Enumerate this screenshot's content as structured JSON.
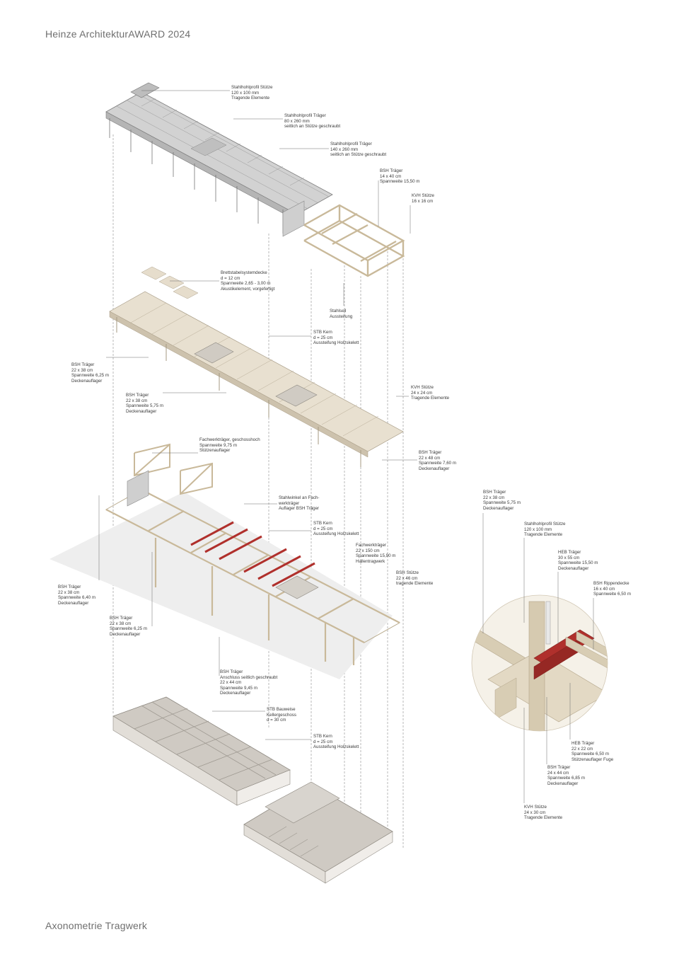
{
  "header": {
    "title": "Heinze ArchitekturAWARD 2024"
  },
  "footer": {
    "title": "Axonometrie Tragwerk"
  },
  "colors": {
    "steel": "#9a9a9a",
    "wood": "#d8cdb4",
    "wood_dark": "#b9ab8e",
    "slab": "#e8e0d0",
    "concrete": "#dcd8d2",
    "heb_red": "#b0302c",
    "ground": "#eeeeee"
  },
  "labels": [
    {
      "id": "stahlhohlprofil-stuetze-top",
      "lines": [
        "Stahlhohlprofil Stütze",
        "120 x 100 mm",
        "Tragende Elemente"
      ]
    },
    {
      "id": "stahlhohlprofil-traeger-80",
      "lines": [
        "Stahlhohlprofil Träger",
        "80 x 260 mm",
        "seitlich an Stütze geschraubt"
      ]
    },
    {
      "id": "stahlhohlprofil-traeger-140",
      "lines": [
        "Stahlhohlprofil Träger",
        "140 x 260 mm",
        "seitlich an Stütze geschraubt"
      ]
    },
    {
      "id": "bsh-traeger-14x40",
      "lines": [
        "BSH Träger",
        "14 x 40 cm",
        "Spannweite 15,50 m"
      ]
    },
    {
      "id": "kvh-stuetze-16",
      "lines": [
        "KVH Stütze",
        "16 x 16 cm"
      ]
    },
    {
      "id": "brettstapelsystemdecke",
      "lines": [
        "Brettstabelsystemdecke",
        "d = 12 cm",
        "Spannweite 2,65 - 3,00 m",
        "Akustikelement, vorgefertigt"
      ]
    },
    {
      "id": "stahlseil",
      "lines": [
        "Stahlseil",
        "Aussteifung"
      ]
    },
    {
      "id": "stb-kern-1",
      "lines": [
        "STB Kern",
        "d = 25 cm",
        "Aussteifung Holzskelett"
      ]
    },
    {
      "id": "bsh-traeger-625-a",
      "lines": [
        "BSH Träger",
        "22 x 38 cm",
        "Spannweite 6,25 m",
        "Deckenauflager"
      ]
    },
    {
      "id": "bsh-traeger-575-a",
      "lines": [
        "BSH Träger",
        "22 x 38 cm",
        "Spannweite 5,75 m",
        "Deckenauflager"
      ]
    },
    {
      "id": "kvh-stuetze-24",
      "lines": [
        "KVH Stütze",
        "24 x 24 cm",
        "Tragende Elemente"
      ]
    },
    {
      "id": "fachwerktraeger-geschosshoch",
      "lines": [
        "Fachwerkträger, geschosshoch",
        "Spannweite 9,75 m",
        "Stützenauflager"
      ]
    },
    {
      "id": "bsh-traeger-760",
      "lines": [
        "BSH Träger",
        "22 x 48 cm",
        "Spannweite 7,60 m",
        "Deckenauflager"
      ]
    },
    {
      "id": "stahlwinkel",
      "lines": [
        "Stahlwinkel an Fach-",
        "werkträger",
        "Auflager BSH Träger"
      ]
    },
    {
      "id": "stb-kern-2",
      "lines": [
        "STB Kern",
        "d = 25 cm",
        "Aussteifung Holzskelett"
      ]
    },
    {
      "id": "fachwerktraeger-150",
      "lines": [
        "Fachwerkträger",
        "22 x 150 cm",
        "Spannweite 15,90 m",
        "Hallentragwerk"
      ]
    },
    {
      "id": "bsh-stuetze-22x46",
      "lines": [
        "BSH Stütze",
        "22 x 46 cm",
        "tragende Elemente"
      ]
    },
    {
      "id": "bsh-traeger-640",
      "lines": [
        "BSH Träger",
        "22 x 38 cm",
        "Spannweite 6,40 m",
        "Deckenauflager"
      ]
    },
    {
      "id": "bsh-traeger-625-b",
      "lines": [
        "BSH Träger",
        "22 x 38 cm",
        "Spannweite 6,25 m",
        "Deckenauflager"
      ]
    },
    {
      "id": "bsh-traeger-945",
      "lines": [
        "BSH Träger",
        "Anschluss seitlich geschraubt",
        "22 x 44 cm",
        "Spannweite 9,45 m",
        "Deckenauflager"
      ]
    },
    {
      "id": "stb-bauweise",
      "lines": [
        "STB Bauweise",
        "Kellergeschoss",
        "d = 30 cm"
      ]
    },
    {
      "id": "stb-kern-3",
      "lines": [
        "STB Kern",
        "d = 25 cm",
        "Aussteifung Holzskelett"
      ]
    },
    {
      "id": "detail-bsh-traeger-575",
      "lines": [
        "BSH Träger",
        "22 x 38 cm",
        "Spannweite 5,75 m",
        "Deckenauflager"
      ]
    },
    {
      "id": "detail-stahlhohlprofil-stuetze",
      "lines": [
        "Stahlhohlprofil Stütze",
        "120 x 100 mm",
        "Tragende Elemente"
      ]
    },
    {
      "id": "detail-heb-traeger-30x55",
      "lines": [
        "HEB Träger",
        "30 x 55 cm",
        "Spannweite 15,50 m",
        "Deckenauflager"
      ]
    },
    {
      "id": "detail-bsh-rippendecke",
      "lines": [
        "BSH Rippendecke",
        "16 x 40 cm",
        "Spannweite 6,50 m"
      ]
    },
    {
      "id": "detail-heb-traeger-22x22",
      "lines": [
        "HEB Träger",
        "22 x 22 cm",
        "Spannweite 6,50 m",
        "Stützenauflager Fuge"
      ]
    },
    {
      "id": "detail-bsh-traeger-24x44",
      "lines": [
        "BSH Träger",
        "24 x 44 cm",
        "Spannweite 6,85 m",
        "Deckenauflager"
      ]
    },
    {
      "id": "detail-kvh-stuetze-24x30",
      "lines": [
        "KVH Stütze",
        "24 x 30 cm",
        "Tragende Elemente"
      ]
    }
  ]
}
